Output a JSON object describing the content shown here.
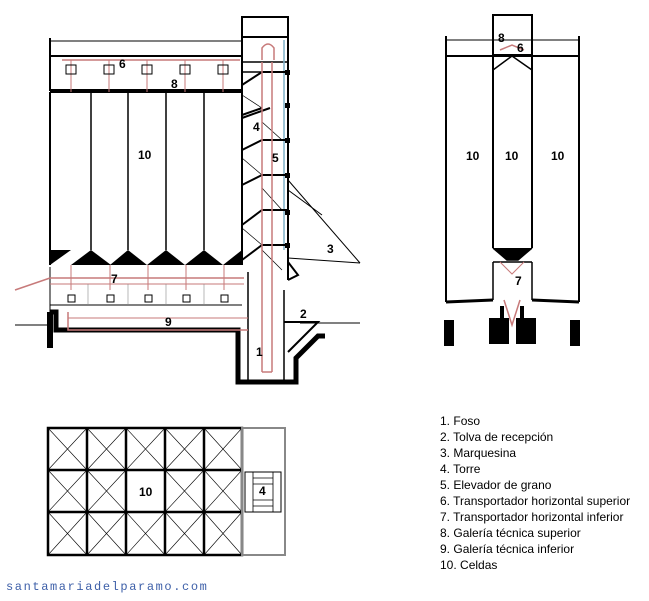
{
  "labels": {
    "n1": "1",
    "n2": "2",
    "n3": "3",
    "n4": "4",
    "n5": "5",
    "n6": "6",
    "n7": "7",
    "n8": "8",
    "n9": "9",
    "n10": "10"
  },
  "legend": [
    {
      "num": "1.",
      "text": "Foso"
    },
    {
      "num": "2.",
      "text": "Tolva de recepción"
    },
    {
      "num": "3.",
      "text": "Marquesina"
    },
    {
      "num": "4.",
      "text": "Torre"
    },
    {
      "num": "5.",
      "text": "Elevador de grano"
    },
    {
      "num": "6.",
      "text": "Transportador horizontal superior"
    },
    {
      "num": "7.",
      "text": "Transportador horizontal inferior"
    },
    {
      "num": "8.",
      "text": "Galería técnica superior"
    },
    {
      "num": "9.",
      "text": "Galería técnica inferior"
    },
    {
      "num": "10.",
      "text": "Celdas"
    }
  ],
  "website": "santamariadelparamo.com",
  "colors": {
    "line": "#000000",
    "conveyor": "#c77a7a",
    "elevator": "#7fb0c8",
    "gray": "#888888"
  }
}
